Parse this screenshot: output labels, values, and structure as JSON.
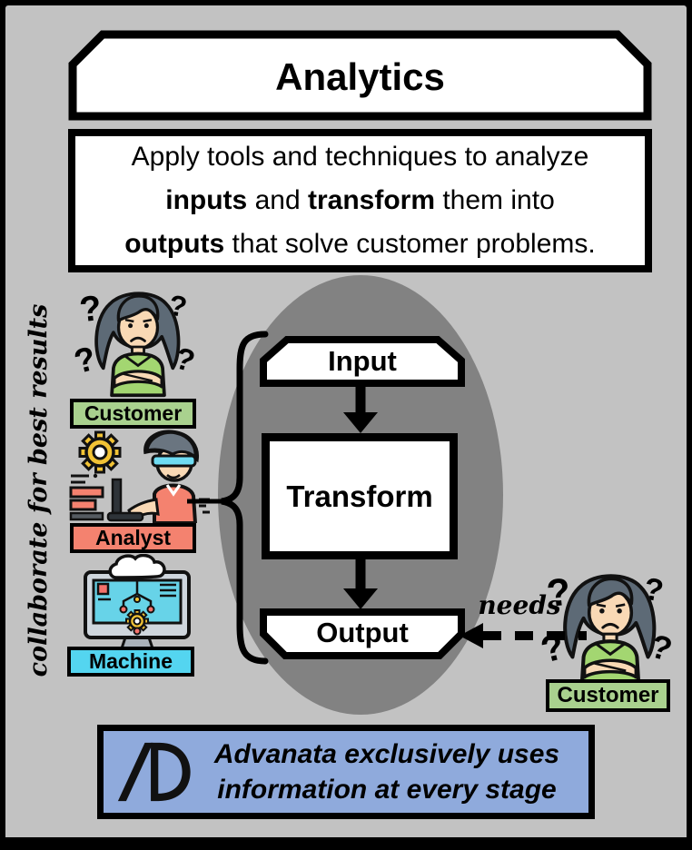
{
  "title": {
    "label": "Analytics"
  },
  "description": {
    "l1": "Apply tools and techniques to analyze",
    "l2a": "inputs",
    "l2b": " and ",
    "l2c": "transform",
    "l2d": " them into",
    "l3a": "outputs",
    "l3b": " that solve customer problems."
  },
  "flow": {
    "input_label": "Input",
    "transform_label": "Transform",
    "output_label": "Output"
  },
  "actors": {
    "customer": {
      "label": "Customer"
    },
    "analyst": {
      "label": "Analyst"
    },
    "machine": {
      "label": "Machine"
    }
  },
  "right_customer": {
    "label": "Customer"
  },
  "collaborate_note": "collaborate for best results",
  "needs_note": "needs",
  "footer": {
    "logo_monogram": "AD",
    "line1": "Advanata exclusively uses",
    "line2": "information at every stage"
  },
  "colors": {
    "background": "#c2c2c2",
    "frame_border": "#000000",
    "ellipse": "#828282",
    "box_fill": "#ffffff",
    "line": "#000000",
    "customer_label_bg": "#a9d18e",
    "analyst_label_bg": "#f4826f",
    "machine_label_bg": "#54d5f0",
    "footer_bg": "#8faadc",
    "gear_yellow": "#f2c335",
    "skin": "#f9d9b5",
    "hair_gray": "#5d6a76",
    "shirt_green": "#a3d671",
    "shirt_salmon": "#f4826f",
    "screen_cyan": "#67d3e8",
    "node_red": "#f4726b"
  }
}
